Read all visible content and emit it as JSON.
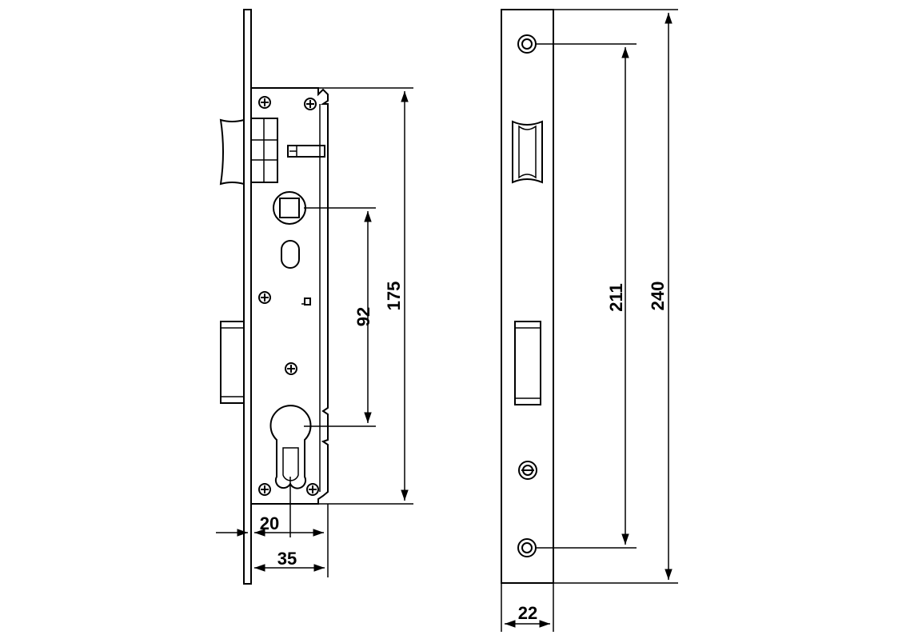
{
  "dimensions": {
    "backset_small": "20",
    "backset_large": "35",
    "center_distance": "92",
    "case_height": "175",
    "screw_spacing": "211",
    "faceplate_length": "240",
    "faceplate_width": "22"
  }
}
